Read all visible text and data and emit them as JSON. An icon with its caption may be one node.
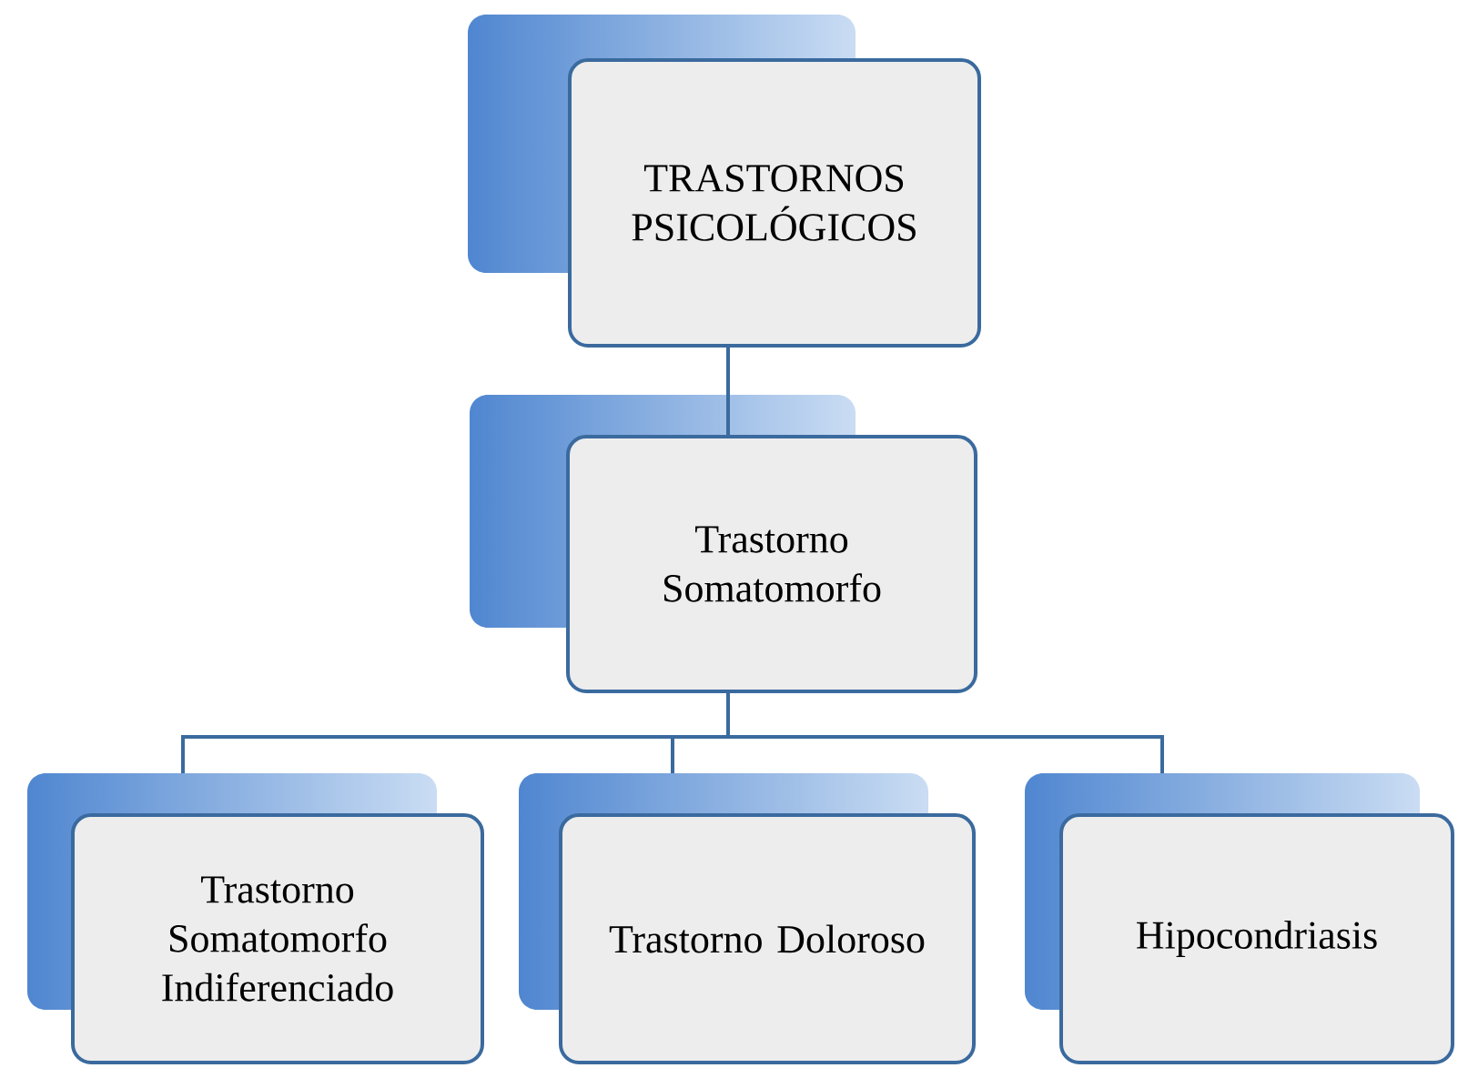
{
  "diagram": {
    "nodes": [
      {
        "text": [
          "TRASTORNOS PSICOLÓGICOS"
        ]
      },
      {
        "text": [
          "Trastorno Somatomorfo"
        ]
      },
      {
        "text": [
          "Trastorno Somatomorfo Indiferenciado"
        ]
      },
      {
        "text": [
          "Trastorno Doloroso"
        ]
      },
      {
        "text": [
          "Hipocondriasis"
        ]
      }
    ],
    "edges": [
      {
        "from": 0,
        "to": 1,
        "arrow": "none"
      },
      {
        "from": 1,
        "to": 2,
        "arrow": "none"
      },
      {
        "from": 1,
        "to": 3,
        "arrow": "none"
      },
      {
        "from": 1,
        "to": 4,
        "arrow": "none"
      }
    ]
  }
}
